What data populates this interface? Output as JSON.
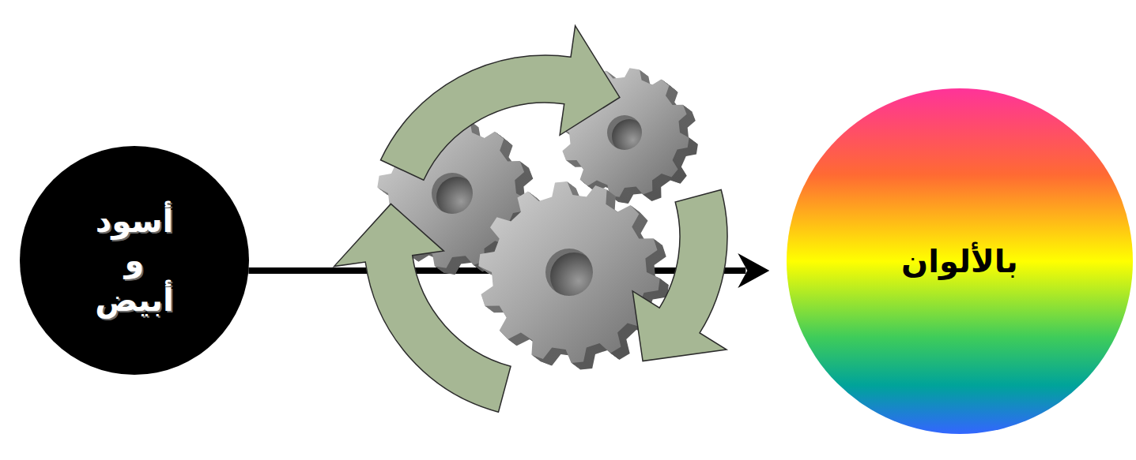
{
  "diagram": {
    "nodes": [
      {
        "text": [
          "أسود و أبيض"
        ]
      },
      {
        "text": [
          "بالألوان"
        ]
      }
    ],
    "edges": [
      {
        "from": 0,
        "to": 1,
        "arrow": "to"
      }
    ]
  }
}
